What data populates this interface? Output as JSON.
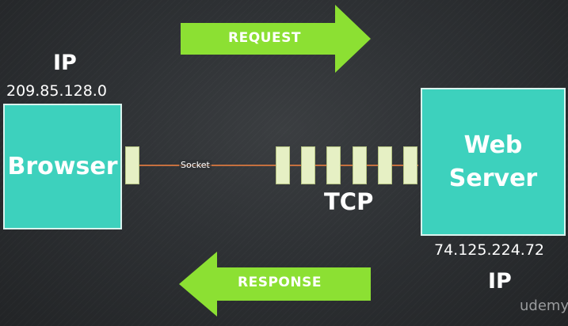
{
  "request_arrow": {
    "label": "REQUEST",
    "color": "#8ce033"
  },
  "response_arrow": {
    "label": "RESPONSE",
    "color": "#8ce033"
  },
  "browser": {
    "ip_title": "IP",
    "ip_address": "209.85.128.0",
    "label_line1": "Browser",
    "color": "#3dd1bd"
  },
  "web_server": {
    "label_line1": "Web",
    "label_line2": "Server",
    "ip_address": "74.125.224.72",
    "ip_title": "IP",
    "color": "#3dd1bd"
  },
  "socket": {
    "label": "Socket",
    "line_color": "#c5703f"
  },
  "tcp": {
    "label": "TCP",
    "packet_count": 6,
    "packet_color": "#e6f0c4"
  },
  "watermark": "udemy"
}
